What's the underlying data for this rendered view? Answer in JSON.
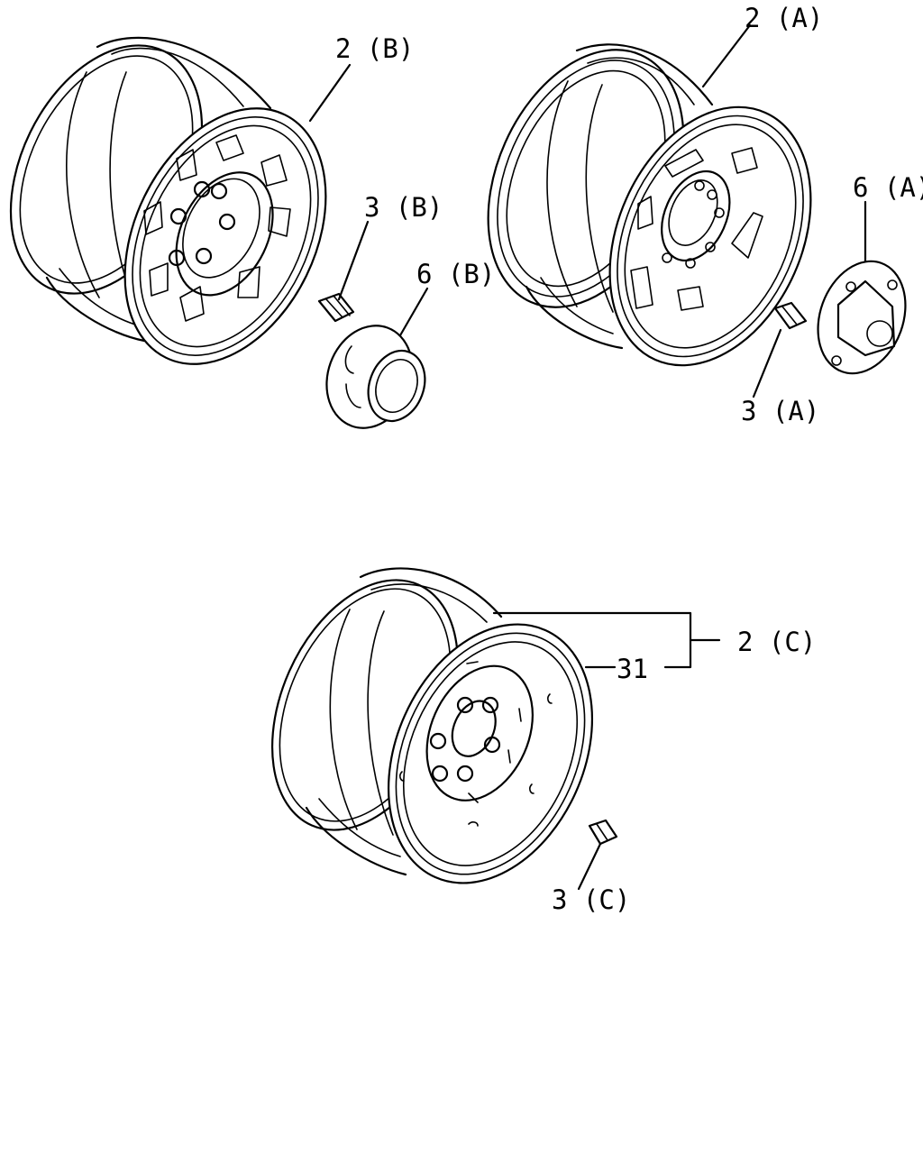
{
  "labels": {
    "wheel_a": "2 (A)",
    "wheel_b": "2 (B)",
    "wheel_c": "2 (C)",
    "nut_a": "3 (A)",
    "nut_b": "3 (B)",
    "nut_c": "3 (C)",
    "cap_a": "6 (A)",
    "cap_b": "6 (B)",
    "part_31": "31"
  }
}
